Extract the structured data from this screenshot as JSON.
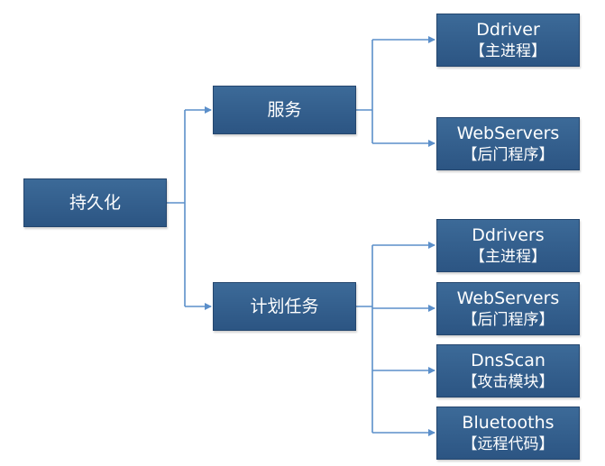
{
  "colors": {
    "node_fill": "#2f5a87",
    "node_border": "#24466e",
    "connector": "#5b8fca",
    "text": "#ffffff"
  },
  "root": {
    "label": "持久化"
  },
  "branches": [
    {
      "label": "服务",
      "leaves": [
        {
          "line1": "Ddriver",
          "line2": "【主进程】"
        },
        {
          "line1": "WebServers",
          "line2": "【后门程序】"
        }
      ]
    },
    {
      "label": "计划任务",
      "leaves": [
        {
          "line1": "Ddrivers",
          "line2": "【主进程】"
        },
        {
          "line1": "WebServers",
          "line2": "【后门程序】"
        },
        {
          "line1": "DnsScan",
          "line2": "【攻击模块】"
        },
        {
          "line1": "Bluetooths",
          "line2": "【远程代码】"
        }
      ]
    }
  ]
}
